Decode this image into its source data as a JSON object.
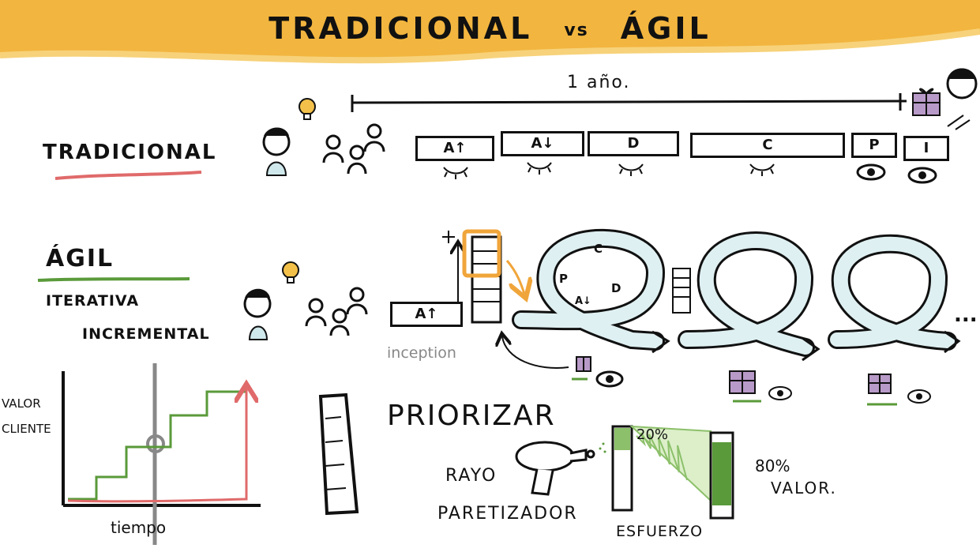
{
  "header": {
    "title_left": "TRADICIONAL",
    "title_vs": "vs",
    "title_right": "ÁGIL",
    "background_color": "#f2b53f"
  },
  "traditional": {
    "label": "TRADICIONAL",
    "underline_color": "#e06a6a",
    "timeline_label": "1 año.",
    "phases": [
      "A↑",
      "A↓",
      "D",
      "C",
      "P",
      "I"
    ]
  },
  "agile": {
    "label": "ÁGIL",
    "underline_color": "#5a9a3a",
    "sub1": "ITERATIVA",
    "sub2": "INCREMENTAL",
    "start_box": "A↑",
    "inception": "inception",
    "loop_letters": [
      "C",
      "P",
      "D",
      "A↓"
    ],
    "more": "..."
  },
  "value_chart": {
    "ylabel_1": "VALOR",
    "ylabel_2": "CLIENTE",
    "xlabel": "tiempo",
    "agile_color": "#5a9a3a",
    "traditional_color": "#e06a6a"
  },
  "prioritize": {
    "title": "PRIORIZAR",
    "ray_1": "RAYO",
    "ray_2": "PARETIZADOR",
    "pct_effort": "20%",
    "pct_value": "80%",
    "value_word": "VALOR.",
    "effort_word": "ESFUERZO"
  },
  "colors": {
    "accent_orange": "#f0a53a",
    "gift": "#b89ac8",
    "loop_fill": "#dff0f2",
    "bulb": "#f3c14a"
  }
}
